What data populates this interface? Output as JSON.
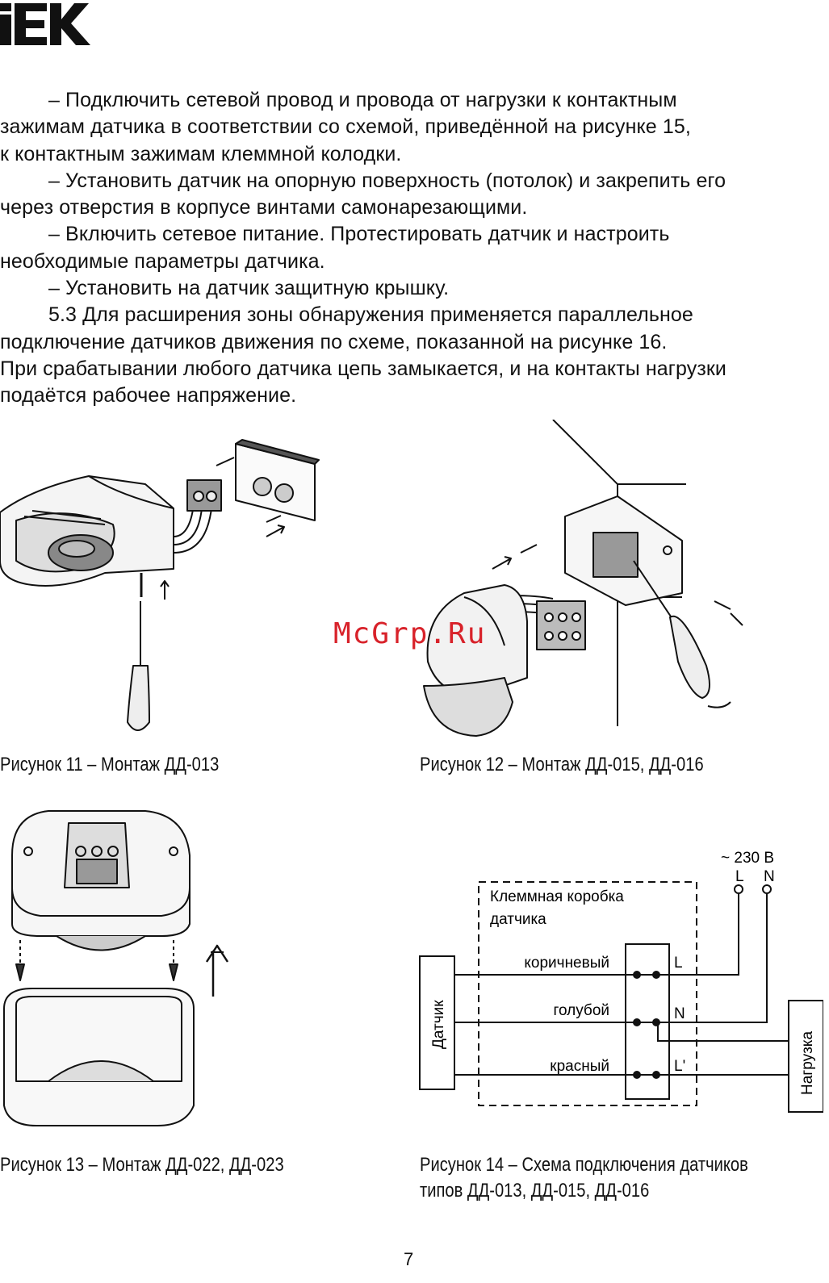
{
  "brand": {
    "logo_text": "IEK"
  },
  "paragraphs": [
    {
      "text": "– Подключить сетевой провод и провода от нагрузки к контактным",
      "indent": true
    },
    {
      "text": "зажимам датчика в соответствии со схемой, приведённой на рисунке 15,",
      "indent": false
    },
    {
      "text": "к контактным зажимам клеммной колодки.",
      "indent": false
    },
    {
      "text": "– Установить датчик на опорную поверхность (потолок) и закрепить его",
      "indent": true
    },
    {
      "text": "через отверстия в корпусе винтами самонарезающими.",
      "indent": false
    },
    {
      "text": "– Включить сетевое питание. Протестировать датчик и настроить",
      "indent": true
    },
    {
      "text": "необходимые параметры датчика.",
      "indent": false
    },
    {
      "text": "– Установить на датчик защитную крышку.",
      "indent": true
    },
    {
      "text": "5.3  Для расширения зоны обнаружения применяется параллельное",
      "indent": true
    },
    {
      "text": "подключение датчиков движения по схеме, показанной на рисунке 16.",
      "indent": false
    },
    {
      "text": "При срабатывании любого датчика цепь замыкается, и на контакты нагрузки",
      "indent": false
    },
    {
      "text": "подаётся рабочее напряжение.",
      "indent": false
    }
  ],
  "figures": {
    "fig11": {
      "caption": "Рисунок 11 – Монтаж ДД-013"
    },
    "fig12": {
      "caption": "Рисунок 12 – Монтаж ДД-015, ДД-016"
    },
    "fig13": {
      "caption": "Рисунок 13 – Монтаж ДД-022, ДД-023"
    },
    "fig14": {
      "caption_line1": "Рисунок 14 – Схема подключения датчиков",
      "caption_line2": "типов ДД-013, ДД-015, ДД-016",
      "voltage": "~ 230 В",
      "supply_L": "L",
      "supply_N": "N",
      "box_label_line1": "Клеммная коробка",
      "box_label_line2": "датчика",
      "sensor_label": "Датчик",
      "load_label": "Нагрузка",
      "wire_brown": "коричневый",
      "wire_blue": "голубой",
      "wire_red": "красный",
      "terminal_L": "L",
      "terminal_N": "N",
      "terminal_L_out": "L'"
    }
  },
  "watermark": "McGrp.Ru",
  "page_number": "7"
}
